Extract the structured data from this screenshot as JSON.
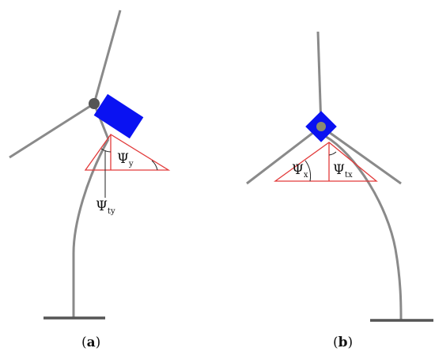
{
  "colors": {
    "tower": "#8a8a8a",
    "nacelle": "#0a12f2",
    "hub": "#555555",
    "hub_b": "#8c8c70",
    "triangle": "#e23a3a",
    "annotation": "#222222",
    "base": "#555555"
  },
  "panel_a": {
    "angle_top": {
      "symbol": "Ψ",
      "sub": "y"
    },
    "angle_bottom": {
      "symbol": "Ψ",
      "sub": "ty"
    },
    "caption": {
      "open": "(",
      "letter": "a",
      "close": ")"
    }
  },
  "panel_b": {
    "angle_left": {
      "symbol": "Ψ",
      "sub": "x"
    },
    "angle_right": {
      "symbol": "Ψ",
      "sub": "tx"
    },
    "caption": {
      "open": "(",
      "letter": "b",
      "close": ")"
    }
  }
}
